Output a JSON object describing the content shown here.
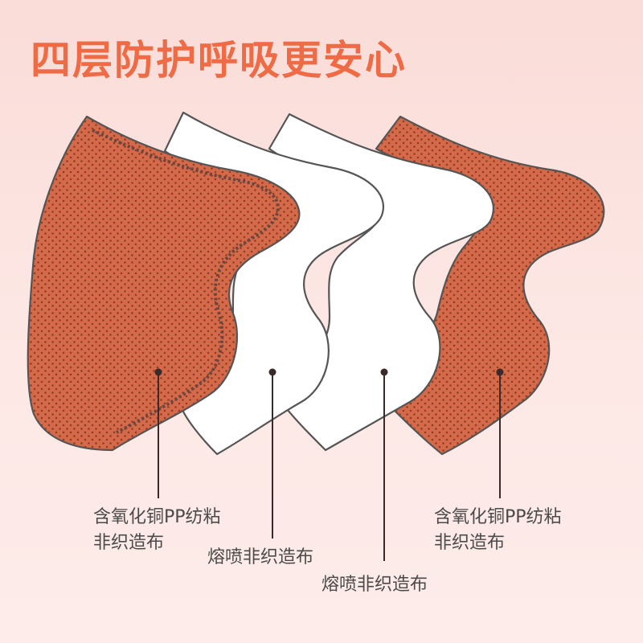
{
  "title": "四层防护呼吸更安心",
  "colors": {
    "accent": "#ee6b45",
    "fabric": "#d56a4a",
    "white_layer": "#ffffff",
    "outline": "#555555"
  },
  "layers": [
    {
      "icon": "copper-fabric-layer-icon",
      "line1": "含氧化铜PP纺粘",
      "line2": "非织造布"
    },
    {
      "icon": "meltblown-layer-icon",
      "line1": "熔喷非织造布"
    },
    {
      "icon": "meltblown-layer-icon",
      "line1": "熔喷非织造布"
    },
    {
      "icon": "copper-fabric-layer-icon",
      "line1": "含氧化铜PP纺粘",
      "line2": "非织造布"
    }
  ]
}
